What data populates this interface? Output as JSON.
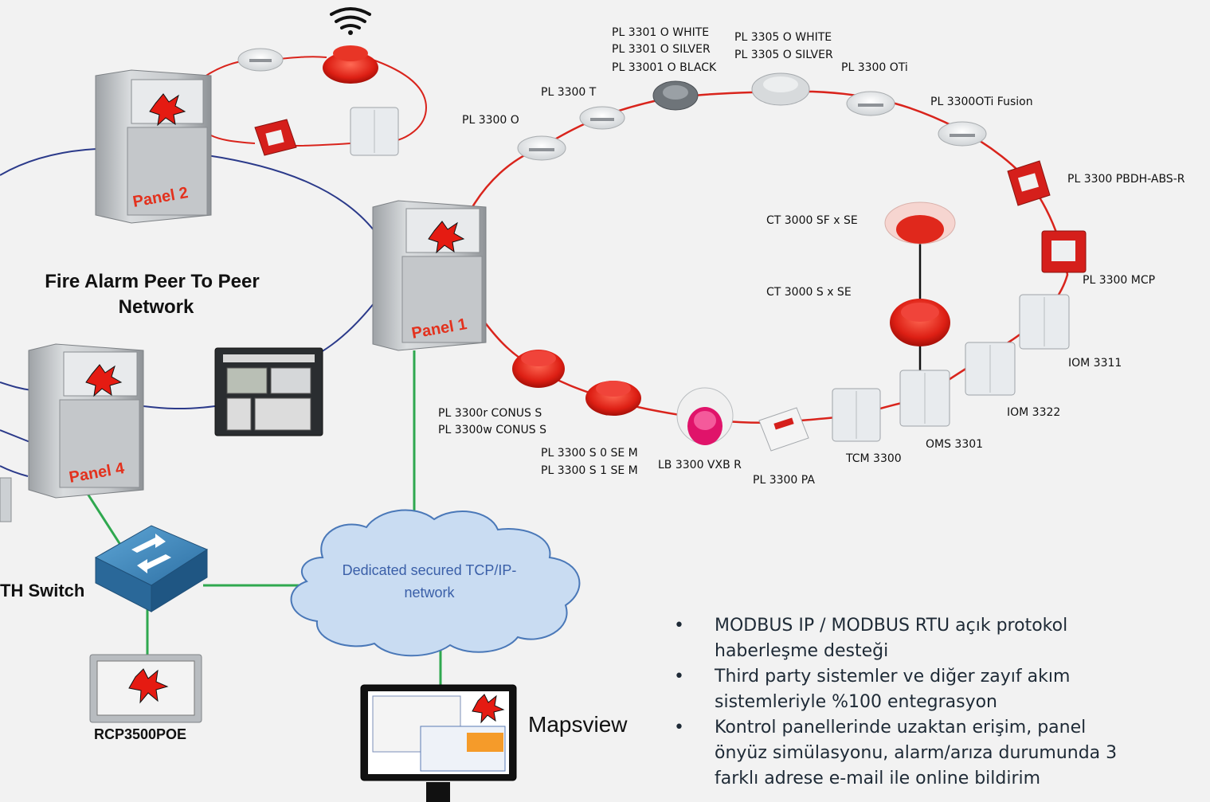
{
  "network_title_line1": "Fire Alarm Peer To Peer",
  "network_title_line2": "Network",
  "panels": {
    "panel1": "Panel 1",
    "panel2": "Panel 2",
    "panel4": "Panel 4"
  },
  "switch_label": "TH Switch",
  "cloud_line1": "Dedicated secured TCP/IP-",
  "cloud_line2": "network",
  "mapsview_label": "Mapsview",
  "rcp_label": "RCP3500POE",
  "devices": {
    "pl3301": [
      "PL 3301 O WHITE",
      "PL 3301 O SILVER",
      "PL 33001 O BLACK"
    ],
    "pl3305": [
      "PL 3305 O WHITE",
      "PL 3305 O SILVER"
    ],
    "pl3300oti": "PL 3300 OTi",
    "pl3300t": "PL 3300 T",
    "pl3300o": "PL 3300 O",
    "pl3300otifusion": "PL 3300OTi Fusion",
    "pbdh": "PL 3300 PBDH-ABS-R",
    "ct_sf": "CT 3000 SF x SE",
    "ct_s": "CT 3000 S x SE",
    "mcp": "PL 3300 MCP",
    "iom3311": "IOM 3311",
    "iom3322": "IOM 3322",
    "oms3301": "OMS 3301",
    "conus": [
      "PL 3300r CONUS S",
      "PL 3300w CONUS S"
    ],
    "sem": [
      "PL 3300 S 0 SE M",
      "PL 3300 S 1 SE M"
    ],
    "lb3300": "LB 3300 VXB R",
    "tcm3300": "TCM 3300",
    "pa": "PL 3300 PA"
  },
  "bullets": [
    "MODBUS IP / MODBUS RTU açık protokol haberleşme desteği",
    "Third party sistemler ve diğer zayıf akım sistemleriyle %100 entegrasyon",
    "Kontrol panellerinde uzaktan erişim, panel önyüz simülasyonu, alarm/arıza durumunda 3 farklı adrese e-mail ile online bildirim"
  ],
  "bullet_lines": [
    [
      "MODBUS IP / MODBUS RTU açık protokol",
      "haberleşme desteği"
    ],
    [
      "Third party sistemler ve diğer zayıf akım",
      "sistemleriyle %100 entegrasyon"
    ],
    [
      "Kontrol panellerinde uzaktan erişim, panel",
      "önyüz simülasyonu, alarm/arıza durumunda 3",
      "farklı adrese e-mail ile online bildirim"
    ]
  ],
  "colors": {
    "loop": "#d9241c",
    "peer_network": "#2b3a8a",
    "ethernet": "#2fa84f",
    "cloud": "#c9dcf2",
    "panel_text": "#e3311d"
  }
}
